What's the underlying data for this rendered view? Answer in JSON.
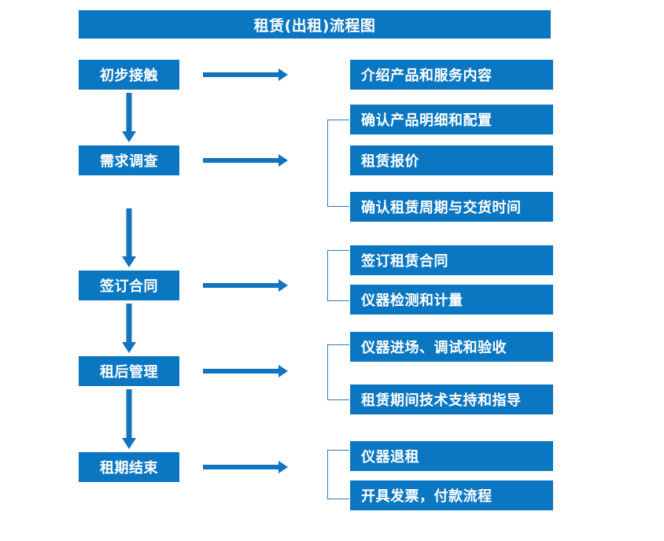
{
  "diagram": {
    "title": "租赁(出租)流程图",
    "accent_color": "#0B77C2",
    "arrow_color": "#1273BE",
    "bracket_color": "#2E77B8",
    "text_color": "#FFFFFF"
  },
  "stages": [
    {
      "label": "初步接触"
    },
    {
      "label": "需求调查"
    },
    {
      "label": "签订合同"
    },
    {
      "label": "租后管理"
    },
    {
      "label": "租期结束"
    }
  ],
  "tasks": [
    {
      "label": "介绍产品和服务内容"
    },
    {
      "label": "确认产品明细和配置"
    },
    {
      "label": "租赁报价"
    },
    {
      "label": "确认租赁周期与交货时间"
    },
    {
      "label": "签订租赁合同"
    },
    {
      "label": "仪器检测和计量"
    },
    {
      "label": "仪器进场、调试和验收"
    },
    {
      "label": "租赁期间技术支持和指导"
    },
    {
      "label": "仪器退租"
    },
    {
      "label": "开具发票，付款流程"
    }
  ],
  "groups": [
    {
      "stage": "需求调查",
      "tasks": [
        "确认产品明细和配置",
        "租赁报价",
        "确认租赁周期与交货时间"
      ]
    },
    {
      "stage": "签订合同",
      "tasks": [
        "签订租赁合同",
        "仪器检测和计量"
      ]
    },
    {
      "stage": "租后管理",
      "tasks": [
        "仪器进场、调试和验收",
        "租赁期间技术支持和指导"
      ]
    },
    {
      "stage": "租期结束",
      "tasks": [
        "仪器退租",
        "开具发票，付款流程"
      ]
    }
  ]
}
